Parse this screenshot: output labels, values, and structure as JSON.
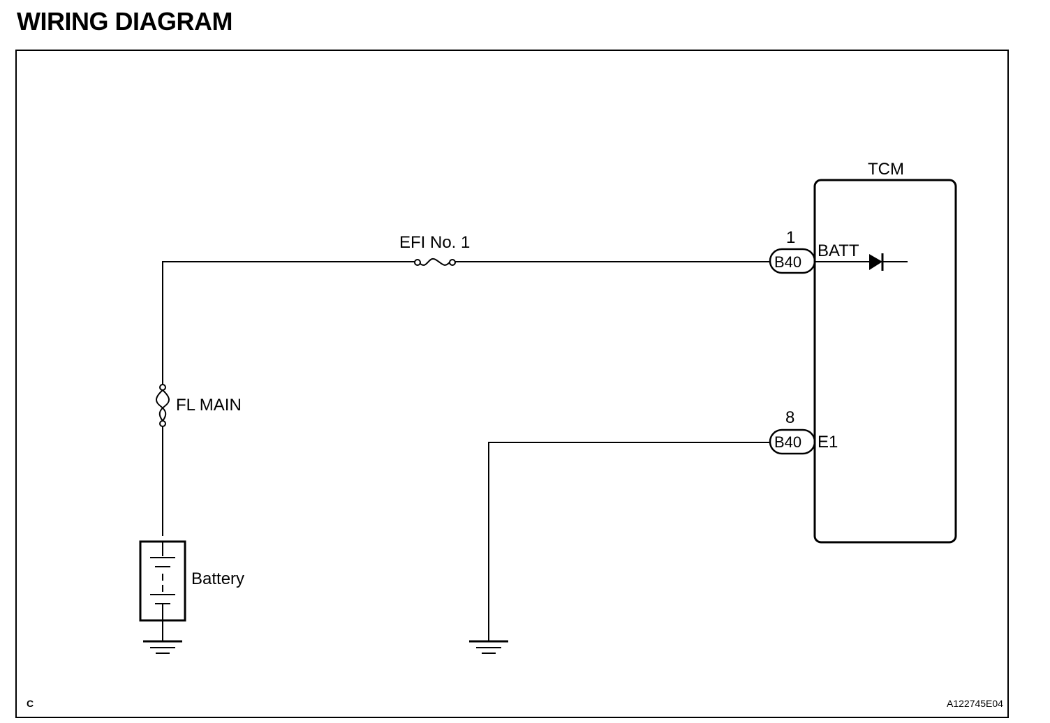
{
  "title": "WIRING DIAGRAM",
  "components": {
    "tcm": {
      "label": "TCM"
    },
    "fuse_efi": {
      "label": "EFI No. 1"
    },
    "fuse_fl": {
      "label": "FL MAIN"
    },
    "battery": {
      "label": "Battery"
    }
  },
  "connectors": [
    {
      "pin": "1",
      "code": "B40",
      "terminal": "BATT"
    },
    {
      "pin": "8",
      "code": "B40",
      "terminal": "E1"
    }
  ],
  "footer": {
    "section": "C",
    "figure_id": "A122745E04"
  }
}
